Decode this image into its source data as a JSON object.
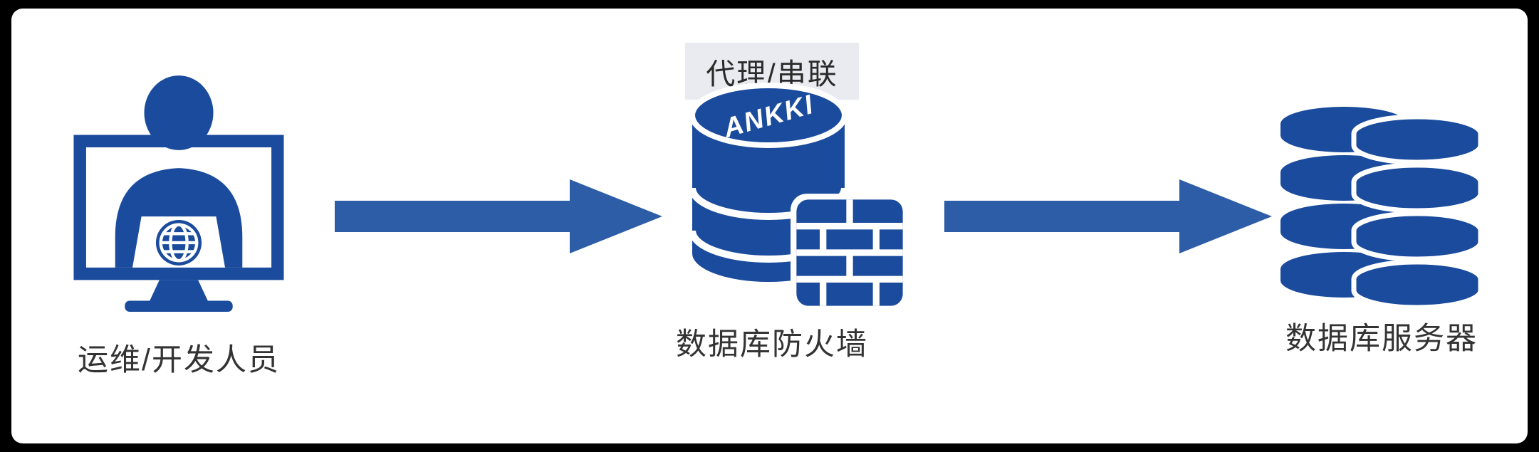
{
  "diagram": {
    "nodes": [
      {
        "id": "operator",
        "label": "运维/开发人员",
        "icon": "operator-monitor-icon"
      },
      {
        "id": "firewall",
        "label": "数据库防火墙",
        "tag": "代理/串联",
        "brand": "ANKKI",
        "icon": "ankki-database-firewall-icon"
      },
      {
        "id": "server",
        "label": "数据库服务器",
        "icon": "database-server-icon"
      }
    ],
    "connections": [
      {
        "from": "operator",
        "to": "firewall",
        "style": "block-arrow"
      },
      {
        "from": "firewall",
        "to": "server",
        "style": "block-arrow"
      }
    ],
    "colors": {
      "primary_blue": "#1A4B9D",
      "arrow_blue": "#2E5DA8",
      "tag_background": "#E9EBF0",
      "label_text": "#333333",
      "panel_background": "#FFFFFF",
      "page_background": "#000000"
    }
  }
}
